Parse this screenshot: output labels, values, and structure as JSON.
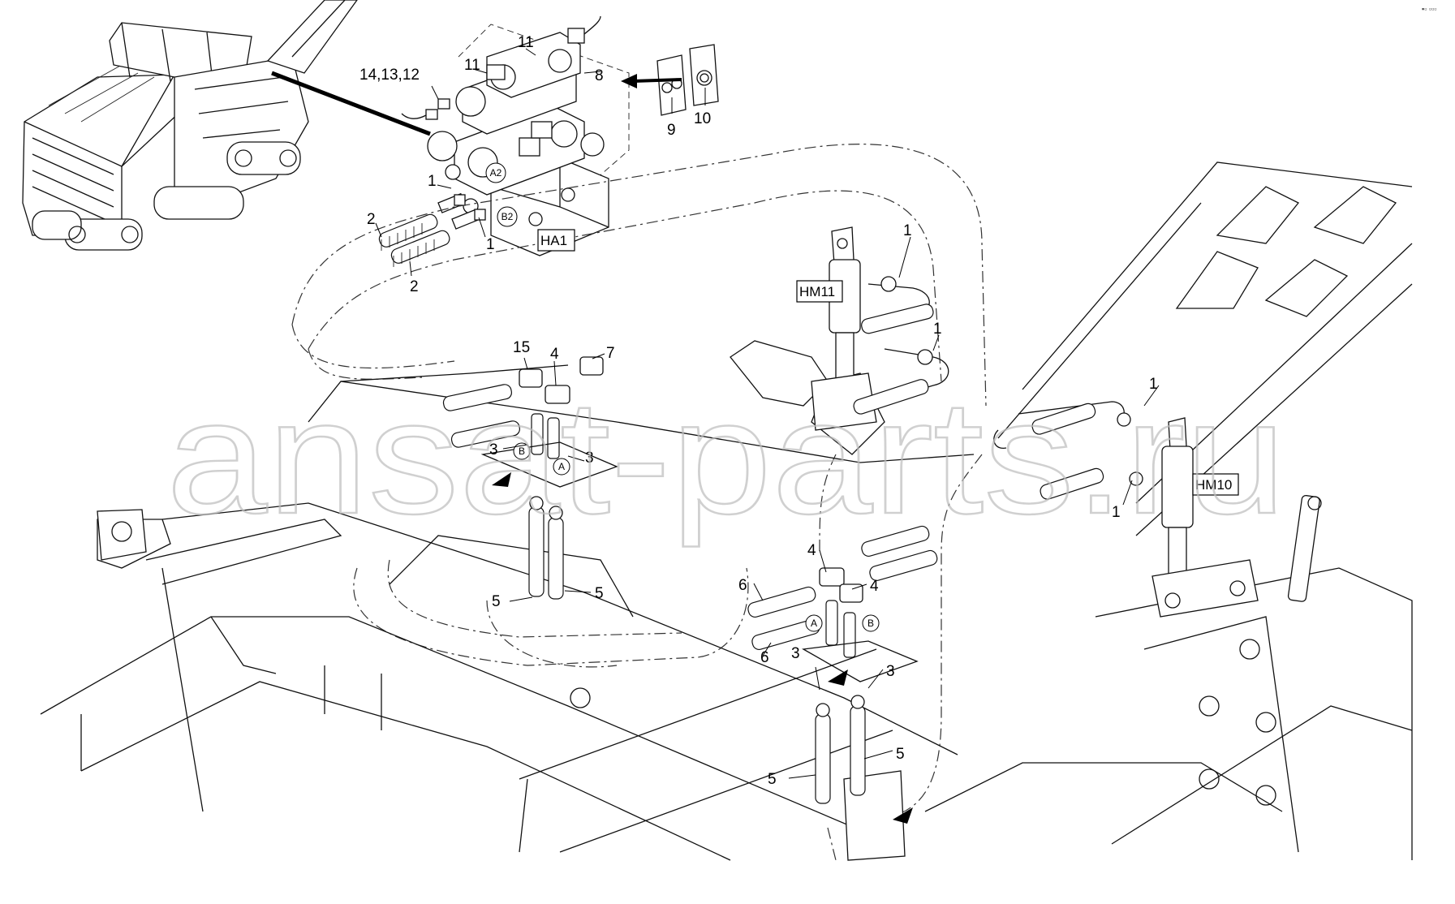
{
  "watermark": "ansat-parts.ru",
  "corner_mark": "▪▫ ▫▫▫",
  "component_tags": [
    {
      "id": "HA1",
      "label": "HA1"
    },
    {
      "id": "HM11",
      "label": "HM11"
    },
    {
      "id": "HM10",
      "label": "HM10"
    }
  ],
  "port_labels": {
    "A2": "A2",
    "B2": "B2",
    "A_upper": "A",
    "B_upper": "B",
    "A_lower": "A",
    "B_lower": "B"
  },
  "callouts": {
    "c_14_13_12": "14,13,12",
    "c_11a": "11",
    "c_11b": "11",
    "c_8": "8",
    "c_9": "9",
    "c_10": "10",
    "c_1_a": "1",
    "c_1_b": "1",
    "c_2_a": "2",
    "c_2_b": "2",
    "c_1_c": "1",
    "c_1_d": "1",
    "c_1_e": "1",
    "c_1_f": "1",
    "c_15": "15",
    "c_4_a": "4",
    "c_7": "7",
    "c_3_a": "3",
    "c_3_b": "3",
    "c_5_a": "5",
    "c_5_b": "5",
    "c_4_b": "4",
    "c_4_c": "4",
    "c_6_a": "6",
    "c_6_b": "6",
    "c_3_c": "3",
    "c_3_d": "3",
    "c_5_c": "5",
    "c_5_d": "5"
  }
}
